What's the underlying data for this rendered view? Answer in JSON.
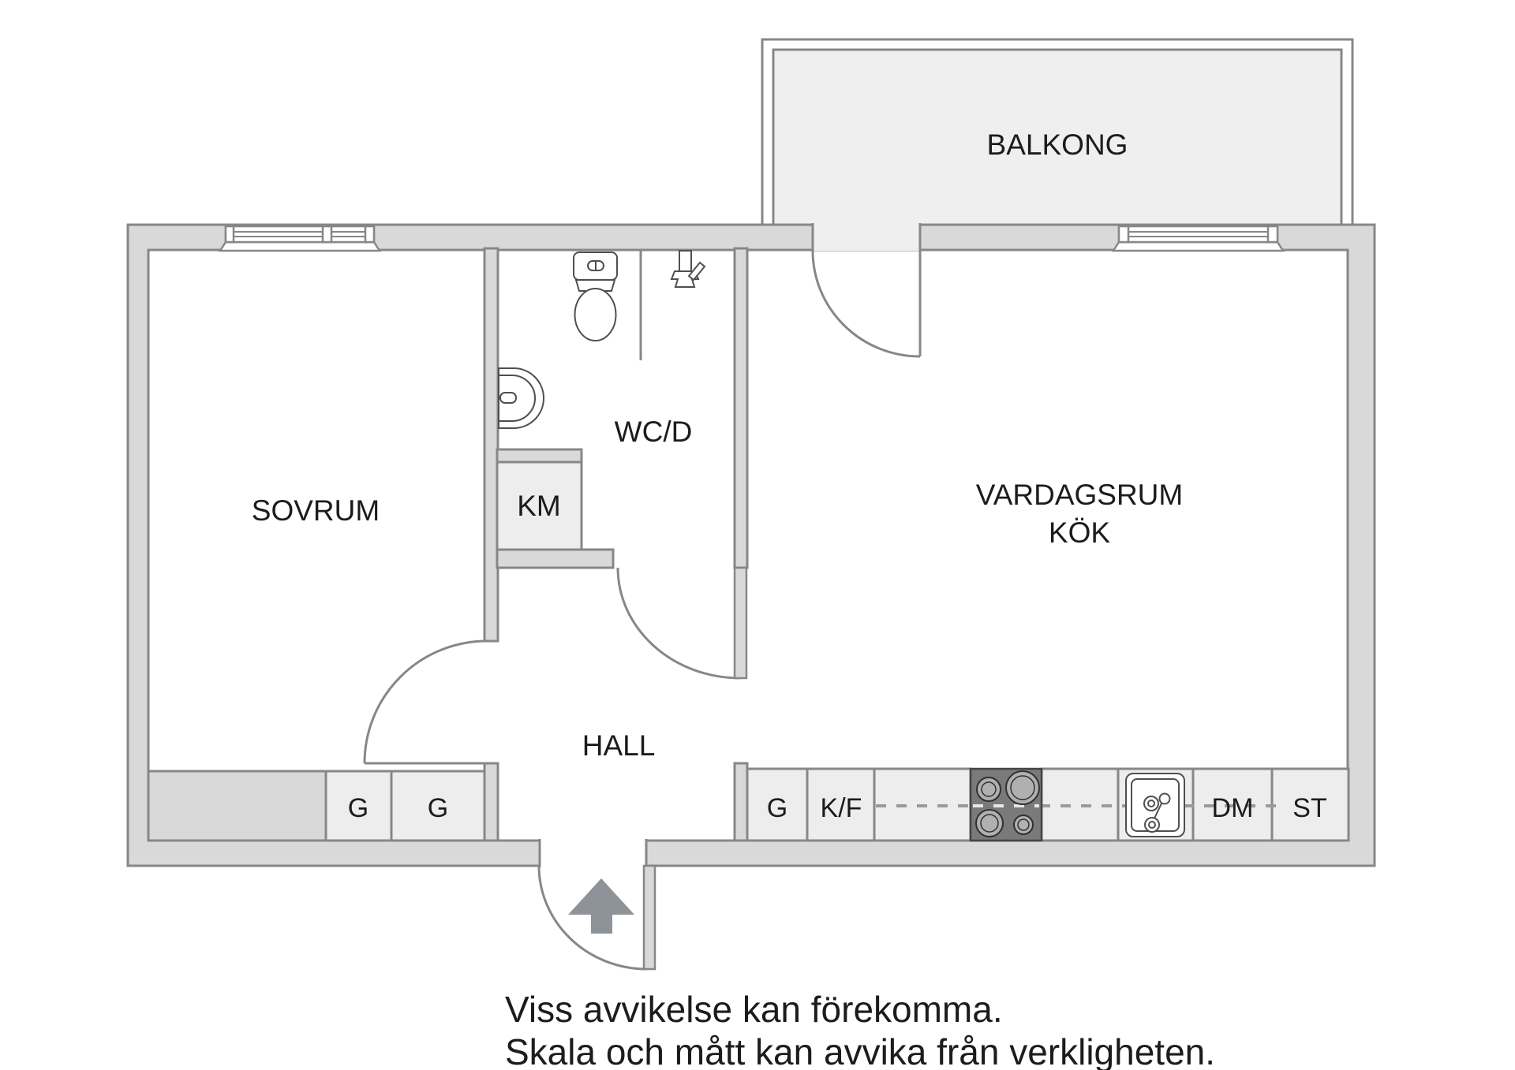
{
  "rooms": {
    "balcony": "BALKONG",
    "bedroom": "SOVRUM",
    "bathroom": "WC/D",
    "living_room": "VARDAGSRUM",
    "kitchen": "KÖK",
    "hall": "HALL"
  },
  "units": {
    "closet_km": "KM",
    "wardrobe_left": "G",
    "wardrobe_right": "G",
    "kitchen_wardrobe": "G",
    "fridge_freezer": "K/F",
    "dishwasher": "DM",
    "cleaning_cabinet": "ST"
  },
  "disclaimer": {
    "line1": "Viss avvikelse kan förekomma.",
    "line2": "Skala och mått kan avvika från verkligheten."
  },
  "colors": {
    "background": "#ffffff",
    "wall_fill": "#d9d9d9",
    "wall_stroke": "#878787",
    "balcony_fill": "#efefef",
    "unit_fill": "#ededed",
    "fixture_stroke": "#4f4f4f",
    "stove_fill": "#7a7a7a",
    "stove_stroke": "#454545",
    "burner_fill": "#b0b0b0",
    "burner_stroke": "#303030",
    "counter_dash": "#9a9a9a",
    "arrow_fill": "#8e939a",
    "text_color": "#1c1c1c"
  }
}
